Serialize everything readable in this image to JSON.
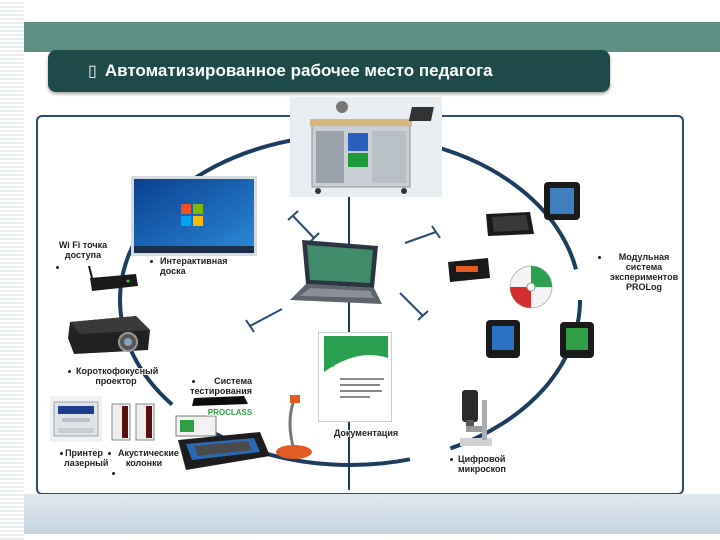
{
  "header": {
    "bullet": "▯",
    "title": "Автоматизированное рабочее место педагога"
  },
  "labels": {
    "wifi": "Wi Fi точка доступа",
    "board": "Интерактивная доска",
    "projector": "Короткофокусный проектор",
    "testing": "Система тестирования",
    "printer": "Принтер лазерный",
    "speakers": "Акустические колонки",
    "docs": "Документация",
    "microscope": "Цифровой микроскоп",
    "modular": "Модульная система экспериментов PROLog"
  },
  "product_logo": "PROCLASS",
  "colors": {
    "title_bg": "#1e4a4a",
    "top_band": "#5f8f83",
    "frame": "#2b4b6f",
    "ellipse": "#1c3d5e"
  },
  "icons": [
    "cart-icon",
    "laptop-icon",
    "whiteboard-icon",
    "router-icon",
    "projector-icon",
    "clicker-case-icon",
    "printer-icon",
    "speakers-icon",
    "document-camera-icon",
    "booklet-icon",
    "microscope-icon",
    "data-logger-icon",
    "disc-icon",
    "connector-icon"
  ]
}
